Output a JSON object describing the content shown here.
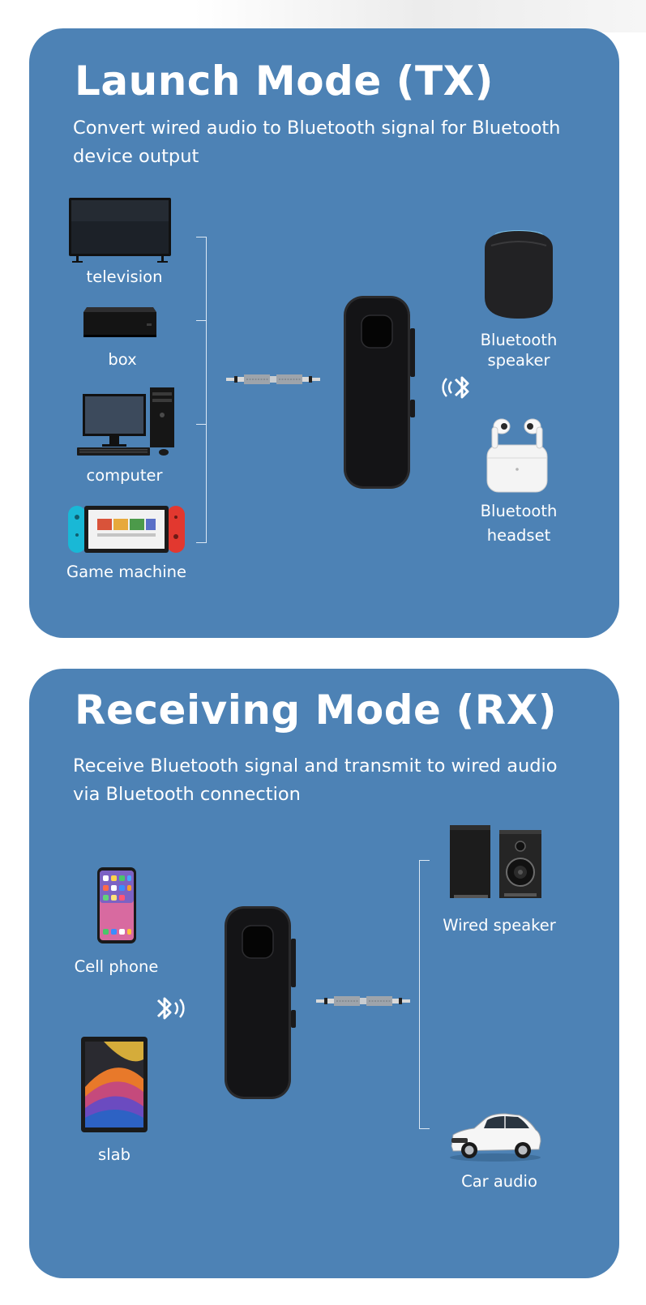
{
  "launch_mode": {
    "title": "Launch Mode (TX)",
    "description": "Convert wired audio to Bluetooth signal for Bluetooth device output",
    "sources": [
      {
        "label": "television",
        "icon": "television-icon"
      },
      {
        "label": "box",
        "icon": "tv-box-icon"
      },
      {
        "label": "computer",
        "icon": "computer-icon"
      },
      {
        "label": "Game machine",
        "icon": "game-console-icon"
      }
    ],
    "outputs": [
      {
        "label_line1": "Bluetooth",
        "label_line2": "speaker",
        "icon": "smart-speaker-icon"
      },
      {
        "label_line1": "Bluetooth",
        "label_line2": "headset",
        "icon": "earbuds-icon"
      }
    ]
  },
  "receiving_mode": {
    "title": "Receiving Mode (RX)",
    "description": "Receive Bluetooth signal and transmit to wired audio via Bluetooth connection",
    "sources": [
      {
        "label": "Cell phone",
        "icon": "smartphone-icon"
      },
      {
        "label": "slab",
        "icon": "tablet-icon"
      }
    ],
    "outputs": [
      {
        "label": "Wired speaker",
        "icon": "bookshelf-speakers-icon"
      },
      {
        "label": "Car audio",
        "icon": "car-icon"
      }
    ]
  },
  "colors": {
    "panel": "#4d82b5",
    "text": "#ffffff",
    "device_dark": "#1d1d1f"
  }
}
